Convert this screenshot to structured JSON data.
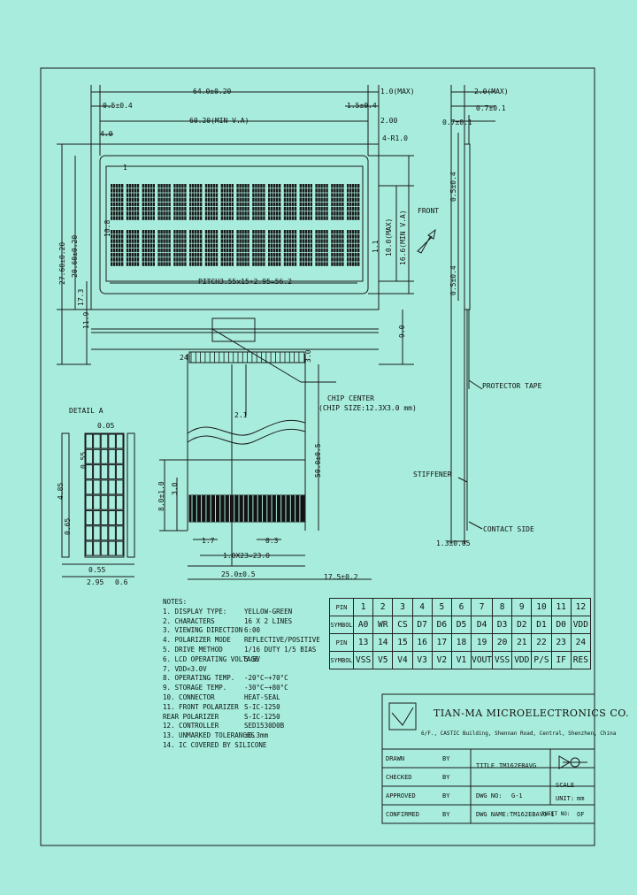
{
  "front_view": {
    "dims": {
      "overall_width": "64.0±0.20",
      "max_right": "1.0(MAX)",
      "left_edge": "0.5±0.4",
      "right_edge": "1.5±0.4",
      "va_width": "60.20(MIN V.A)",
      "right_gap": "2.00",
      "left_gap": "4.0",
      "corner_radius": "4-R1.0",
      "overall_height": "27.60±0.20",
      "inner_height": "20.60±0.20",
      "inner_left": "17.3",
      "bottom_gap": "11.9",
      "va_height": "10.0(MAX)",
      "va_height2": "16.6(MIN V.A)",
      "row_gap": "1.1",
      "char_h": "10.8",
      "bottom_right": "9.0",
      "pitch": "PITCH3.55x15+2.95=56.2",
      "pin_count_label": "24",
      "pin_label_1": "1",
      "pin_pitch_v": "3.0",
      "chip_center": "CHIP CENTER",
      "chip_size": "(CHIP SIZE:12.3X3.0 mm)",
      "fpc_len": "50.0±0.5",
      "fpc_gap": "2.1",
      "fpc_8": "8.0±1.0",
      "fpc_3": "3.0",
      "lead_w": "1.7",
      "lead_p": "0.3",
      "lead_pitch": "1.0X23=23.0",
      "fpc_width": "25.0±0.5",
      "fpc_offset": "17.5±0.2"
    },
    "detail": {
      "title": "DETAIL A",
      "d1": "0.05",
      "d2": "0.55",
      "d3": "4.85",
      "d4": "0.65",
      "d5": "0.55",
      "d6": "2.95",
      "d7": "0.6"
    }
  },
  "side_view": {
    "top1": "2.0(MAX)",
    "top2": "0.7±0.1",
    "top3": "0.7±0.1",
    "front": "FRONT",
    "d_a": "0.5±0.4",
    "d_b": "0.5±0.4",
    "protector": "PROTECTOR TAPE",
    "stiffener": "STIFFENER",
    "contact": "CONTACT SIDE",
    "thick": "1.3±0.05"
  },
  "notes": {
    "title": "NOTES:",
    "items": [
      {
        "k": "1. DISPLAY TYPE:",
        "v": "YELLOW-GREEN"
      },
      {
        "k": "2. CHARACTERS",
        "v": "16 X 2 LINES"
      },
      {
        "k": "3. VIEWING DIRECTION",
        "v": "6:00"
      },
      {
        "k": "4. POLARIZER MODE",
        "v": "REFLECTIVE/POSITIVE"
      },
      {
        "k": "5. DRIVE METHOD",
        "v": "1/16 DUTY 1/5 BIAS"
      },
      {
        "k": "6. LCD OPERATING VOLTAGE",
        "v": "5.5V"
      },
      {
        "k": "7. VDD=3.0V",
        "v": ""
      },
      {
        "k": "8. OPERATING TEMP.",
        "v": "-20°C~+70°C"
      },
      {
        "k": "9. STORAGE TEMP.",
        "v": "-30°C~+80°C"
      },
      {
        "k": "10. CONNECTOR",
        "v": "HEAT-SEAL"
      },
      {
        "k": "11. FRONT POLARIZER",
        "v": "S-IC-1250"
      },
      {
        "k": "    REAR POLARIZER",
        "v": "S-IC-1250"
      },
      {
        "k": "12. CONTROLLER",
        "v": "SED1530D0B"
      },
      {
        "k": "13. UNMARKED TOLERANCES",
        "v": "±0.3mm"
      },
      {
        "k": "14. IC COVERED BY SILICONE",
        "v": ""
      }
    ]
  },
  "pin_table": {
    "row1_h": "PIN",
    "row1": [
      "1",
      "2",
      "3",
      "4",
      "5",
      "6",
      "7",
      "8",
      "9",
      "10",
      "11",
      "12"
    ],
    "row2_h": "SYMBOL",
    "row2": [
      "A0",
      "WR",
      "CS",
      "D7",
      "D6",
      "D5",
      "D4",
      "D3",
      "D2",
      "D1",
      "D0",
      "VDD"
    ],
    "row3_h": "PIN",
    "row3": [
      "13",
      "14",
      "15",
      "16",
      "17",
      "18",
      "19",
      "20",
      "21",
      "22",
      "23",
      "24"
    ],
    "row4_h": "SYMBOL",
    "row4": [
      "VSS",
      "V5",
      "V4",
      "V3",
      "V2",
      "V1",
      "VOUT",
      "VSS",
      "VDD",
      "P/S",
      "IF",
      "RES"
    ]
  },
  "title_block": {
    "company": "TIAN-MA MICROELECTRONICS CO.",
    "address": "6/F., CASTIC Building, Shennan Road, Central, Shenzhen, China",
    "drawn": "DRAWN",
    "checked": "CHECKED",
    "approved": "APPROVED",
    "confirmed": "CONFIRMED",
    "by": "BY",
    "title_label": "TITLE",
    "title_value": "TM162EBAVG",
    "dwg_no_label": "DWG NO:",
    "dwg_no": "G-1",
    "dwg_name_label": "DWG NAME:",
    "dwg_name": "TM162EBAVG-1",
    "sheet_label": "SHEET NO:",
    "sheet_of": "OF",
    "scale_label": "SCALE",
    "unit_label": "UNIT:",
    "unit_value": "mm"
  }
}
